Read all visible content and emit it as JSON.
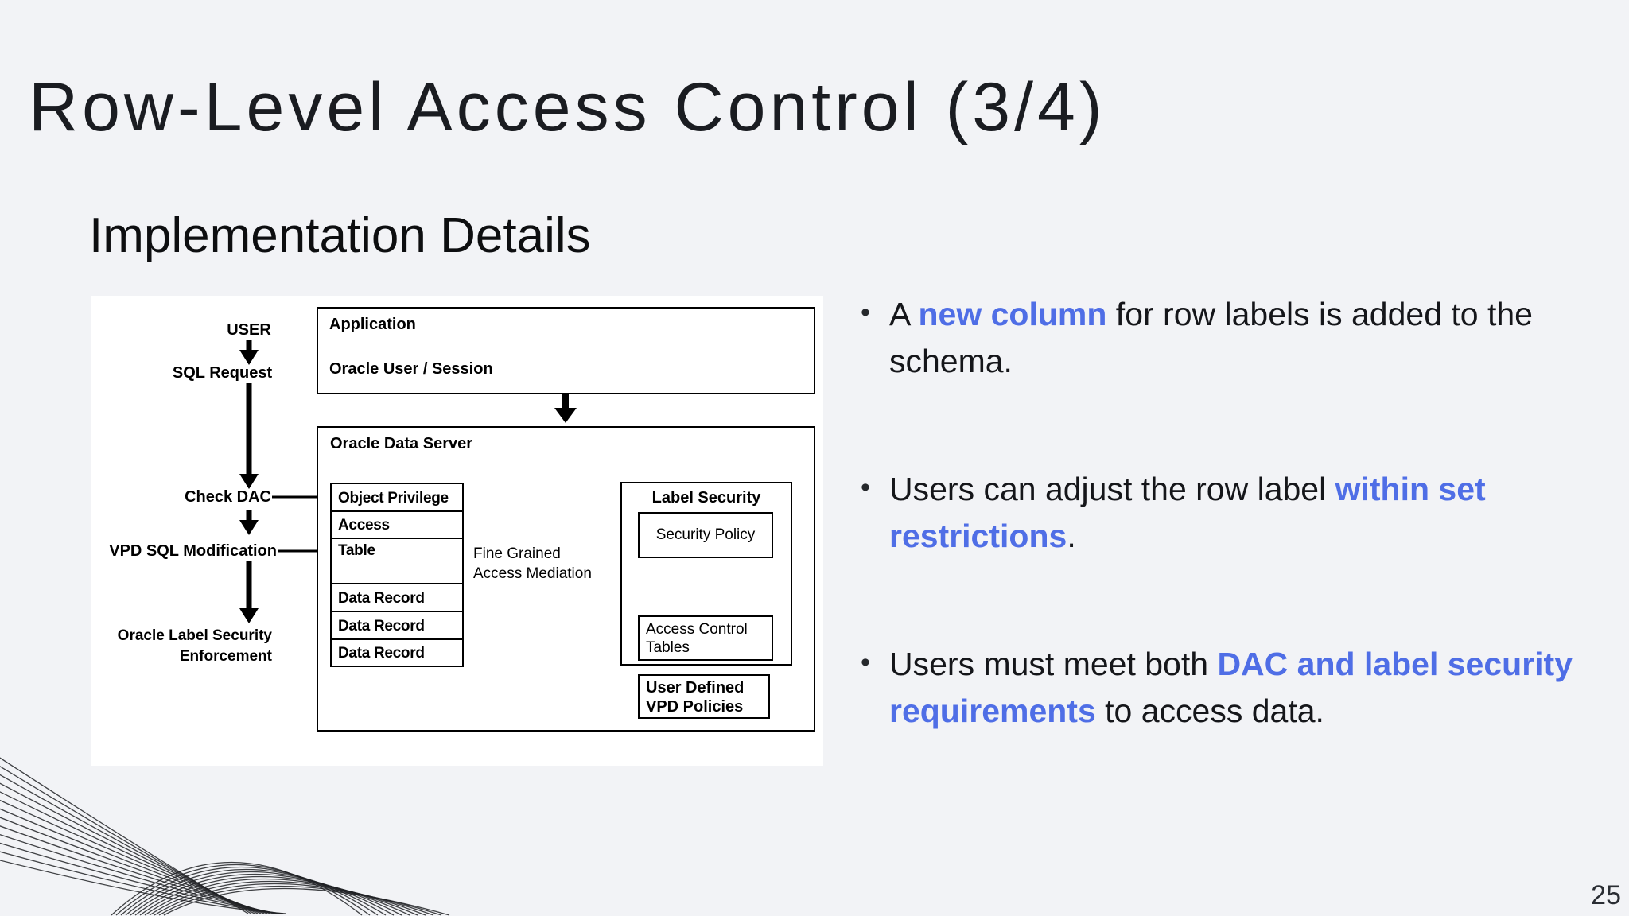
{
  "slide": {
    "title": "Row-Level Access Control (3/4)",
    "subtitle": "Implementation Details",
    "page_number": "25"
  },
  "colors": {
    "background": "#f2f3f6",
    "panel": "#ffffff",
    "accent_blue": "#4f6ee6",
    "ink": "#15161a",
    "diagram_ink": "#000000"
  },
  "bullets": [
    {
      "segments": [
        {
          "text": "A ",
          "style": "normal"
        },
        {
          "text": "new column",
          "style": "accent"
        },
        {
          "text": " for row labels is added to the schema.",
          "style": "normal"
        }
      ]
    },
    {
      "segments": [
        {
          "text": "Users can adjust the row label ",
          "style": "normal"
        },
        {
          "text": "within set restrictions",
          "style": "accent"
        },
        {
          "text": ".",
          "style": "normal"
        }
      ]
    },
    {
      "segments": [
        {
          "text": "Users must meet both ",
          "style": "normal"
        },
        {
          "text": "DAC and label security requirements",
          "style": "accent"
        },
        {
          "text": " to access data.",
          "style": "normal"
        }
      ]
    }
  ],
  "diagram": {
    "user": "USER",
    "sql_request": "SQL Request",
    "check_dac": "Check DAC",
    "vpd_sql_modification": "VPD SQL Modification",
    "ols_enforcement_line1": "Oracle Label Security",
    "ols_enforcement_line2": "Enforcement",
    "application": "Application",
    "oracle_user_session": "Oracle User / Session",
    "oracle_data_server": "Oracle Data Server",
    "stack_rows": [
      "Object Privilege",
      "Access",
      "Table",
      "Data Record",
      "Data Record",
      "Data Record"
    ],
    "fine_grained_line1": "Fine Grained",
    "fine_grained_line2": "Access Mediation",
    "label_security": "Label Security",
    "security_policy": "Security Policy",
    "access_control_line1": "Access Control",
    "access_control_line2": "Tables",
    "user_defined_line1": "User Defined",
    "user_defined_line2": "VPD Policies"
  }
}
